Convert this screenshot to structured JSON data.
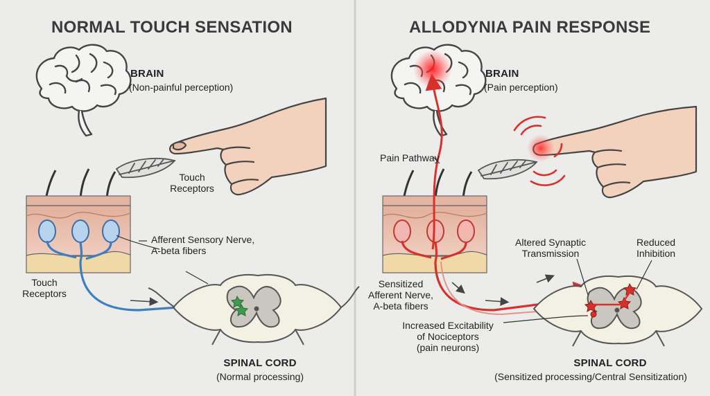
{
  "left_panel": {
    "title": "NORMAL TOUCH SENSATION",
    "brain_label": "BRAIN",
    "brain_sub": "(Non-painful perception)",
    "touch_receptors_hand": [
      "Touch",
      "Receptors"
    ],
    "nerve_label": [
      "Afferent Sensory Nerve,",
      "A-beta fibers"
    ],
    "touch_receptors_skin": [
      "Touch",
      "Receptors"
    ],
    "spinal_cord_label": "SPINAL CORD",
    "spinal_cord_sub": "(Normal processing)"
  },
  "right_panel": {
    "title": "ALLODYNIA PAIN RESPONSE",
    "brain_label": "BRAIN",
    "brain_sub": "(Pain perception)",
    "pain_pathway": "Pain Pathway",
    "altered_synaptic": [
      "Altered Synaptic",
      "Transmission"
    ],
    "reduced_inhibition": [
      "Reduced",
      "Inhibition"
    ],
    "sensitized_nerve": [
      "Sensitized",
      "Afferent Nerve,",
      "A-beta fibers"
    ],
    "increased_excitability": [
      "Increased Excitability",
      "of Nociceptors",
      "(pain neurons)"
    ],
    "spinal_cord_label": "SPINAL CORD",
    "spinal_cord_sub": "(Sensitized processing/Central Sensitization)"
  },
  "colors": {
    "normal_nerve": "#3a7fc4",
    "pain_nerve": "#d9302c",
    "skin": "#e9c2b3",
    "fat_layer": "#f0d9a6",
    "hand": "#f2d2bd",
    "green_synapse": "#3f9a4e"
  }
}
